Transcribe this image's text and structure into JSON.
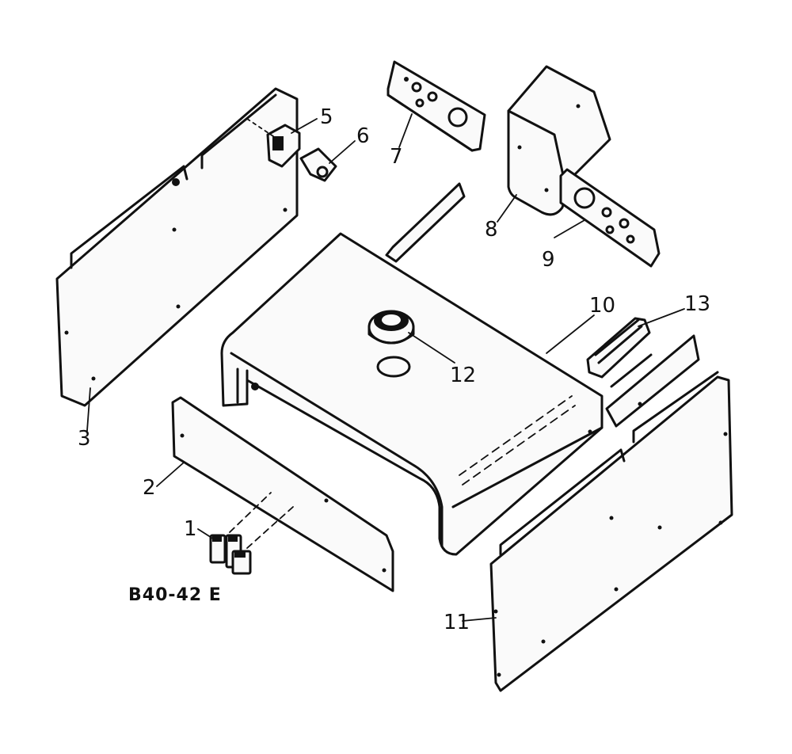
{
  "figure_code": "B40-42 E",
  "callouts": {
    "c1": "1",
    "c2": "2",
    "c3": "3",
    "c5": "5",
    "c6": "6",
    "c7": "7",
    "c8": "8",
    "c9": "9",
    "c10": "10",
    "c11": "11",
    "c12": "12",
    "c13": "13"
  }
}
